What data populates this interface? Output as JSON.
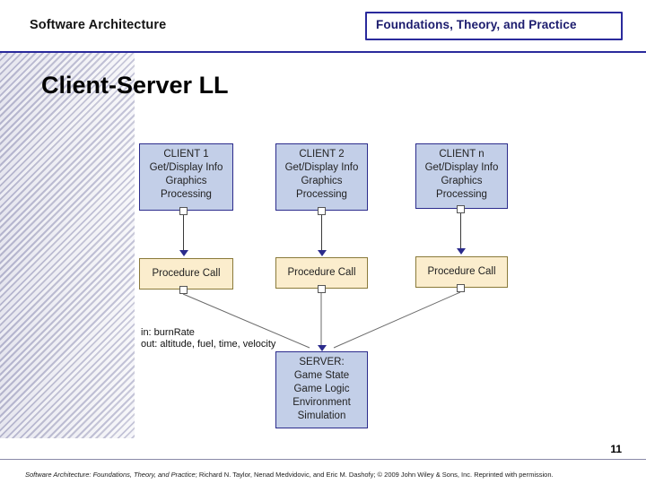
{
  "header": {
    "title": "Software Architecture",
    "subtitle": "Foundations, Theory, and Practice",
    "accent_color": "#2a2a9c"
  },
  "slide": {
    "title": "Client-Server LL",
    "page_number": "11"
  },
  "diagram": {
    "type": "block-diagram",
    "clients": [
      {
        "name": "client-1",
        "lines": "CLIENT 1\nGet/Display Info\nGraphics\nProcessing",
        "fill": "#c3cfe8"
      },
      {
        "name": "client-2",
        "lines": "CLIENT 2\nGet/Display Info\nGraphics\nProcessing",
        "fill": "#c3cfe8"
      },
      {
        "name": "client-n",
        "lines": "CLIENT n\nGet/Display Info\nGraphics\nProcessing",
        "fill": "#c3cfe8"
      }
    ],
    "procedures": [
      {
        "name": "procedure-call-1",
        "label": "Procedure Call",
        "fill": "#fbedcd"
      },
      {
        "name": "procedure-call-2",
        "label": "Procedure Call",
        "fill": "#fbedcd"
      },
      {
        "name": "procedure-call-3",
        "label": "Procedure Call",
        "fill": "#fbedcd"
      }
    ],
    "io_label": "in: burnRate\nout: altitude, fuel, time, velocity",
    "server": {
      "name": "server",
      "lines": "SERVER:\nGame State\nGame Logic\nEnvironment\nSimulation",
      "fill": "#c3cfe8"
    }
  },
  "footer": {
    "citation_italic": "Software Architecture: Foundations, Theory, and Practice",
    "citation_rest": "; Richard N. Taylor, Nenad Medvidovic, and Eric M. Dashofy; © 2009 John Wiley & Sons, Inc. Reprinted with permission."
  }
}
